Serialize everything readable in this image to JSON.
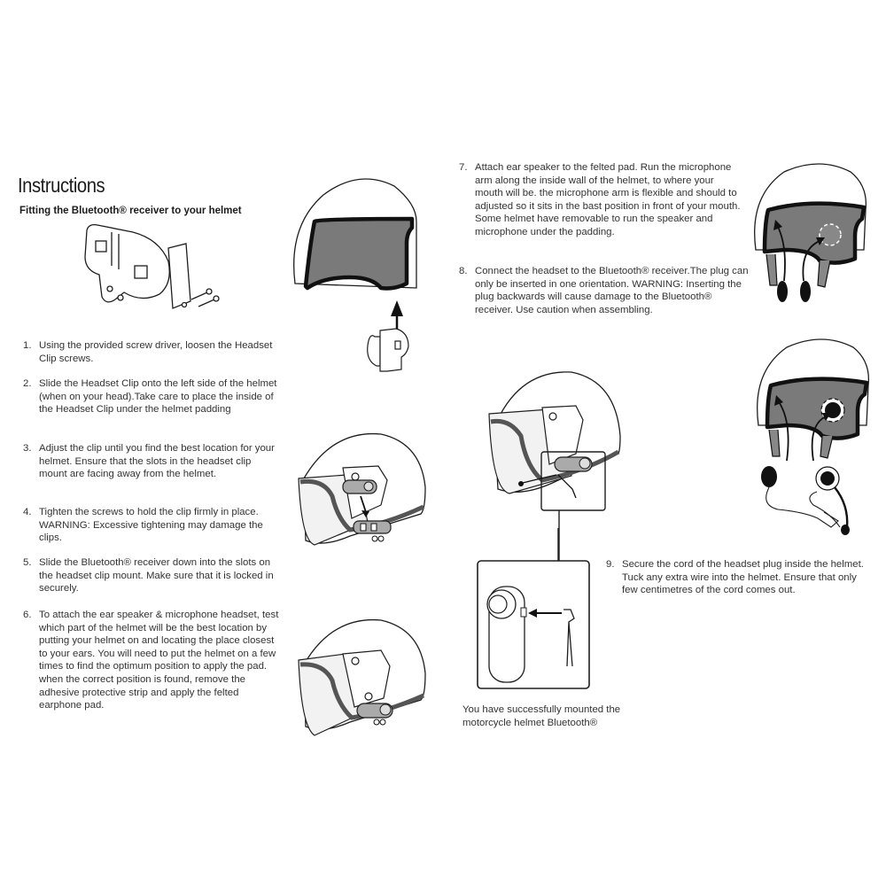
{
  "document": {
    "title": "Instructions",
    "subtitle": "Fitting the Bluetooth® receiver to your helmet",
    "steps": [
      {
        "num": "1.",
        "text": "Using the provided screw driver, loosen the Headset Clip screws."
      },
      {
        "num": "2.",
        "text": "Slide the Headset Clip onto the left side of the helmet (when on your head).Take care to place the inside of the Headset Clip under the helmet padding"
      },
      {
        "num": "3.",
        "text": "Adjust the clip until you find the best location for your helmet. Ensure that the slots in the headset clip mount are facing away from the helmet."
      },
      {
        "num": "4.",
        "text": "Tighten the screws to hold the clip firmly in place. WARNING: Excessive tightening may damage the clips."
      },
      {
        "num": "5.",
        "text": "Slide the Bluetooth® receiver down into the slots on the headset clip mount. Make sure that it is locked in securely."
      },
      {
        "num": "6.",
        "text": "To attach the ear speaker & microphone headset, test which part of the helmet will be the best location by putting your helmet on and locating the place closest to your ears. You will need to put the helmet on a few times to find the optimum position to apply the pad. when the correct position is found, remove the adhesive protective strip and apply the felted earphone pad."
      },
      {
        "num": "7.",
        "text": "Attach ear speaker to the felted pad. Run the microphone arm along the inside wall of the helmet, to where your mouth will be. the microphone arm is flexible and should to adjusted so it sits in the bast position in front of your mouth. Some helmet have removable to run the speaker and microphone under the padding."
      },
      {
        "num": "8.",
        "text": "Connect the headset to the Bluetooth® receiver.The plug can only be inserted in one orientation. WARNING: Inserting the plug backwards will cause damage to the Bluetooth® receiver. Use caution when assembling."
      },
      {
        "num": "9.",
        "text": "Secure the cord of the headset plug inside the helmet. Tuck any extra wire into the helmet. Ensure that only few centimetres of the cord comes out."
      }
    ],
    "closing_note": "You have successfully mounted the motorcycle helmet Bluetooth®"
  },
  "illustrations": [
    {
      "id": "headset-clip-and-screws"
    },
    {
      "id": "helmet-interior-with-clip-arrow"
    },
    {
      "id": "helmet-side-receiver-sliding-down"
    },
    {
      "id": "helmet-side-receiver-mounted"
    },
    {
      "id": "helmet-headset-plug-detail"
    },
    {
      "id": "receiver-plug-insertion-inset"
    },
    {
      "id": "helmet-ear-pads-placement"
    },
    {
      "id": "helmet-headset-microphone-placement"
    }
  ],
  "colors": {
    "ink": "#1e1e1e",
    "padding_gray": "#7a7a7a",
    "text": "#333333",
    "background": "#ffffff"
  }
}
